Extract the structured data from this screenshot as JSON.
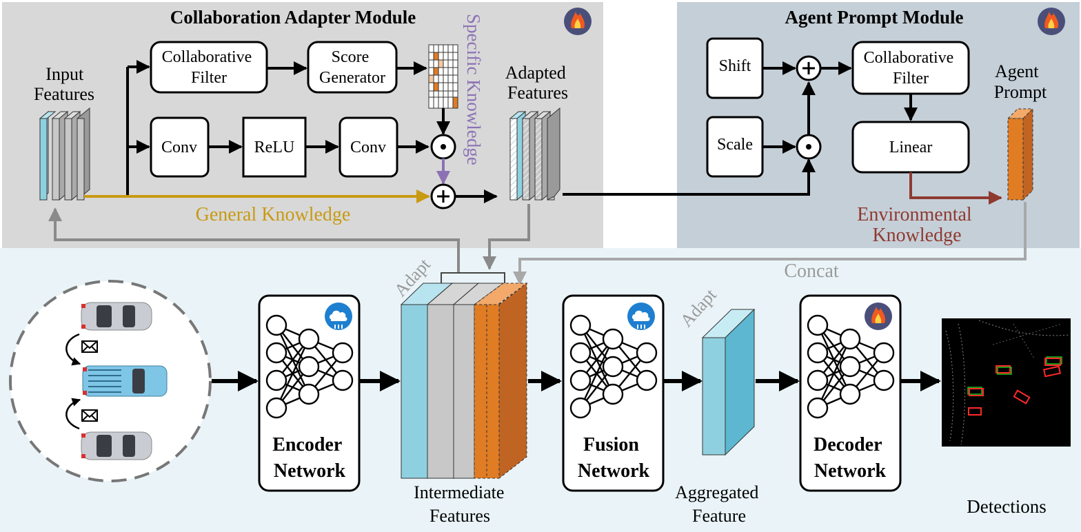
{
  "colors": {
    "adapter_bg": "#d8d8d8",
    "prompt_bg": "#c5cfd8",
    "pipeline_bg": "#eaf4f8",
    "general_knowledge": "#c89a12",
    "specific_knowledge": "#8c72b4",
    "environmental_knowledge": "#8e3a30",
    "concat": "#9a9a9a",
    "feature_blue": "#8fd0e0",
    "feature_orange": "#e07c24",
    "detection_box_red": "#ff2a2a",
    "detection_box_green": "#20d020"
  },
  "icons": {
    "trainable": "flame-icon",
    "frozen": "snowflake-cloud-icon",
    "message": "envelope-icon"
  },
  "adapter_module": {
    "title": "Collaboration  Adapter Module",
    "input_features": [
      "Input",
      "Features"
    ],
    "collaborative_filter": [
      "Collaborative",
      "Filter"
    ],
    "score_generator": [
      "Score",
      "Generator"
    ],
    "conv1": "Conv",
    "relu": "ReLU",
    "conv2": "Conv",
    "specific_knowledge": "Specific Knowledge",
    "general_knowledge": "General Knowledge",
    "adapted_features": [
      "Adapted",
      "Features"
    ],
    "mult_symbol": "⊙",
    "add_symbol": "+"
  },
  "prompt_module": {
    "title": "Agent Prompt Module",
    "shift": "Shift",
    "scale": "Scale",
    "collaborative_filter": [
      "Collaborative",
      "Filter"
    ],
    "linear": "Linear",
    "agent_prompt": [
      "Agent",
      "Prompt"
    ],
    "environmental_knowledge": [
      "Environmental",
      "Knowledge"
    ]
  },
  "pipeline": {
    "concat": "Concat",
    "adapt_1": "Adapt",
    "adapt_2": "Adapt",
    "encoder": [
      "Encoder",
      "Network"
    ],
    "fusion": [
      "Fusion",
      "Network"
    ],
    "decoder": [
      "Decoder",
      "Network"
    ],
    "intermediate_features": [
      "Intermediate",
      "Features"
    ],
    "aggregated_feature": [
      "Aggregated",
      "Feature"
    ],
    "detections": "Detections"
  }
}
